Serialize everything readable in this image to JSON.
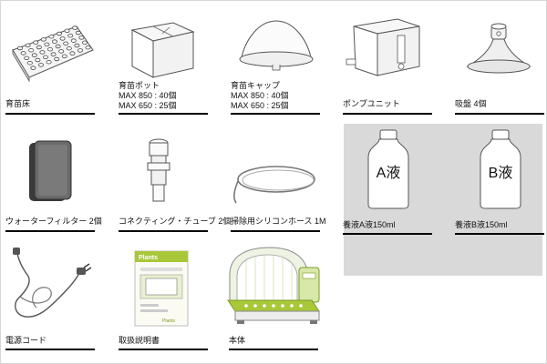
{
  "items": [
    {
      "lines": [
        "育苗床"
      ]
    },
    {
      "lines": [
        "育苗ポット",
        "MAX 850 : 40個",
        "MAX 650 : 25個"
      ]
    },
    {
      "lines": [
        "育苗キャップ",
        "MAX 850 : 40個",
        "MAX 650 : 25個"
      ]
    },
    {
      "lines": [
        "ポンプユニット"
      ]
    },
    {
      "lines": [
        "吸盤 4個"
      ]
    },
    {
      "lines": [
        "ウォーターフィルター 2個"
      ]
    },
    {
      "lines": [
        "コネクティング・チューブ 2個"
      ]
    },
    {
      "lines": [
        "掃除用シリコンホース 1M"
      ]
    },
    {
      "lines": [
        "養液A液150ml"
      ],
      "bottle_text": "A液"
    },
    {
      "lines": [
        "養液B液150ml"
      ],
      "bottle_text": "B液"
    },
    {
      "lines": [
        "電源コード"
      ]
    },
    {
      "lines": [
        "取扱説明書"
      ],
      "manual_title": "Plants",
      "manual_bottom": "Plants"
    },
    {
      "lines": [
        "本体"
      ]
    }
  ],
  "colors": {
    "accent": "#a8c83a",
    "gray_box": "#d9d9d9",
    "rule": "#000000"
  },
  "icons": [
    "seed-tray-icon",
    "seedling-pot-icon",
    "seedling-cap-icon",
    "pump-unit-icon",
    "suction-cup-icon",
    "water-filter-icon",
    "connecting-tube-icon",
    "silicone-hose-icon",
    "bottle-a-icon",
    "bottle-b-icon",
    "power-cord-icon",
    "manual-icon",
    "main-unit-icon"
  ]
}
